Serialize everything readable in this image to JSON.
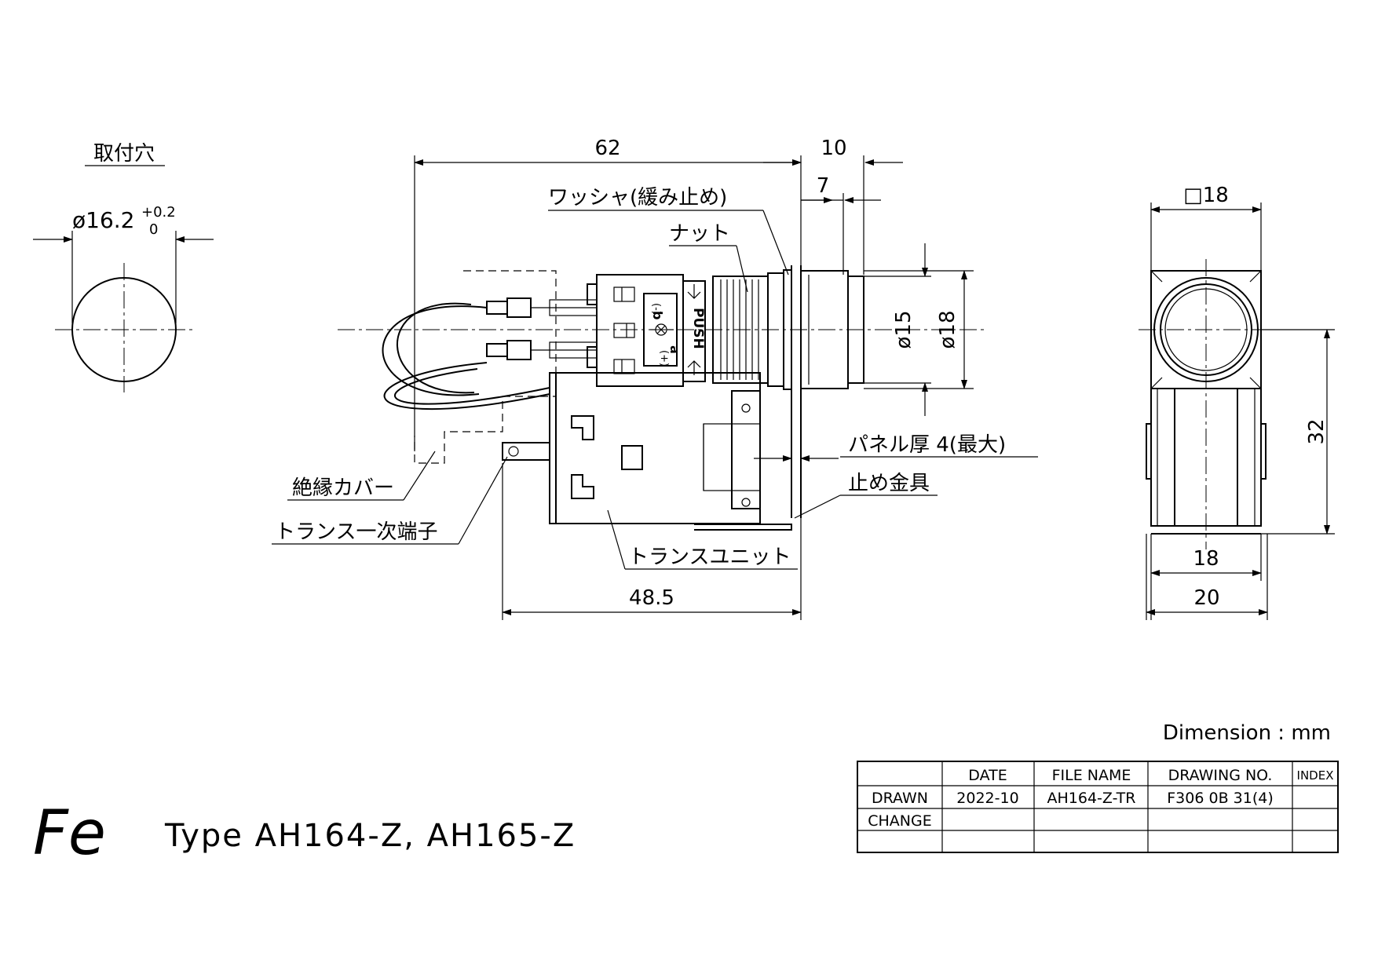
{
  "mounting_hole": {
    "title": "取付穴",
    "diameter": "ø16.2",
    "tol_upper": "+0.2",
    "tol_lower": "0"
  },
  "dimensions": {
    "d62": "62",
    "d10": "10",
    "d7": "7",
    "d48_5": "48.5",
    "phi15": "ø15",
    "phi18": "ø18",
    "sq18": "□18",
    "d32": "32",
    "d18": "18",
    "d20": "20"
  },
  "labels": {
    "washer": "ワッシャ(緩み止め)",
    "nut": "ナット",
    "panel": "パネル厚 4(最大)",
    "bracket": "止め金具",
    "cover": "絶縁カバー",
    "terminal": "トランス一次端子",
    "transformer": "トランスユニット",
    "push": "PUSH",
    "b": "b",
    "a": "a",
    "minus": "(-)",
    "plus": "(+)"
  },
  "unit_note": "Dimension : mm",
  "type_label": "Type AH164-Z, AH165-Z",
  "logo": "Fe",
  "title_block": {
    "headers": [
      "",
      "DATE",
      "FILE NAME",
      "DRAWING NO.",
      "INDEX"
    ],
    "rows": [
      [
        "DRAWN",
        "2022-10",
        "AH164-Z-TR",
        "F306 0B 31(4)",
        ""
      ],
      [
        "CHANGE",
        "",
        "",
        "",
        ""
      ],
      [
        "",
        "",
        "",
        "",
        ""
      ]
    ]
  }
}
